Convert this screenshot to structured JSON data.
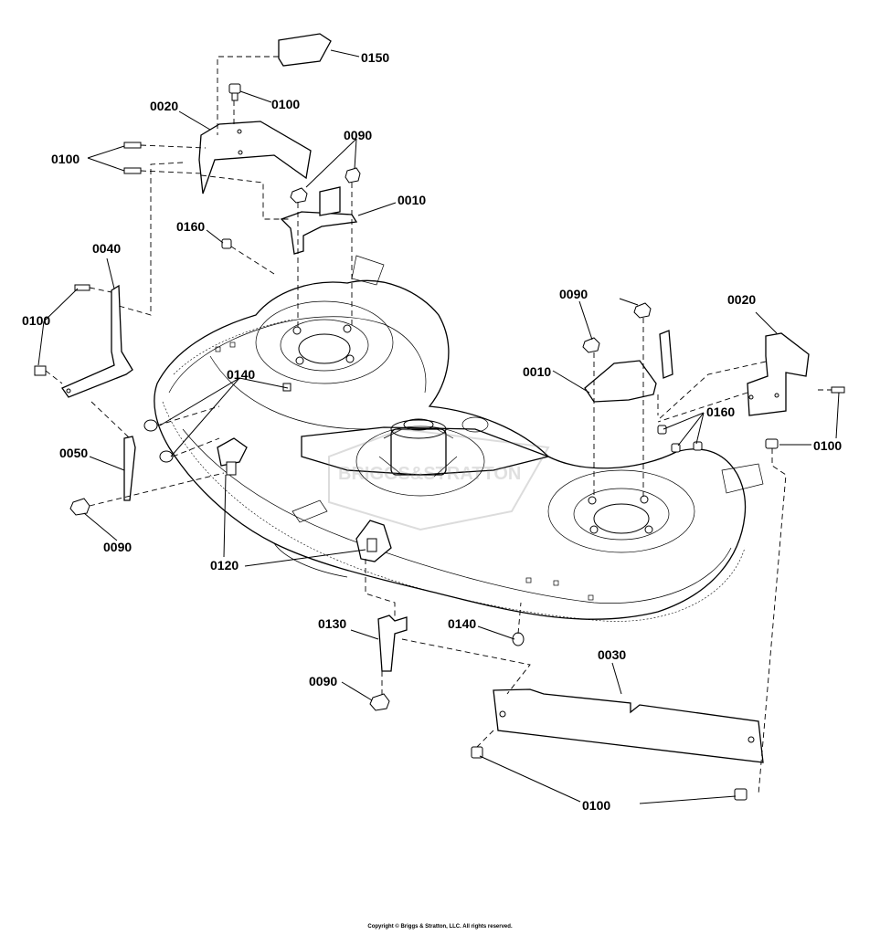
{
  "parts": {
    "p0150": "0150",
    "p0100_a": "0100",
    "p0020_a": "0020",
    "p0100_b": "0100",
    "p0090_a": "0090",
    "p0010_a": "0010",
    "p0160_a": "0160",
    "p0040": "0040",
    "p0100_c": "0100",
    "p0140_a": "0140",
    "p0050": "0050",
    "p0090_b": "0090",
    "p0120": "0120",
    "p0090_c": "0090",
    "p0010_b": "0010",
    "p0020_b": "0020",
    "p0160_b": "0160",
    "p0100_d": "0100",
    "p0130": "0130",
    "p0140_b": "0140",
    "p0090_d": "0090",
    "p0030": "0030",
    "p0100_e": "0100"
  },
  "watermark": "BRIGGS&STRATTON",
  "copyright": "Copyright © Briggs & Stratton, LLC. All rights reserved."
}
